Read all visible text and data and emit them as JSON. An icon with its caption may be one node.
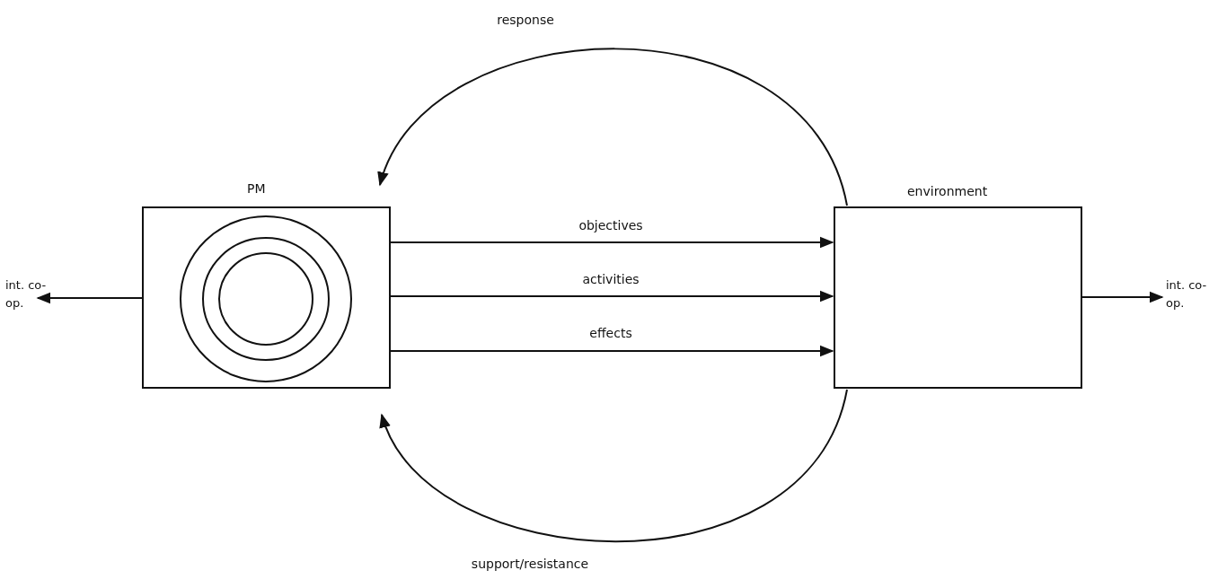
{
  "diagram": {
    "nodes": [
      {
        "text": [
          "PM"
        ]
      },
      {
        "text": [
          "environment"
        ]
      },
      {
        "text": [
          "int. co-op."
        ]
      },
      {
        "text": [
          "int. co-op."
        ]
      }
    ],
    "edges": [
      {
        "from": 0,
        "to": 1,
        "arrow": "to",
        "label": "objectives"
      },
      {
        "from": 0,
        "to": 1,
        "arrow": "to",
        "label": "activities"
      },
      {
        "from": 0,
        "to": 1,
        "arrow": "to",
        "label": "effects"
      },
      {
        "from": 1,
        "to": 0,
        "arrow": "to",
        "label": "response"
      },
      {
        "from": 1,
        "to": 0,
        "arrow": "to",
        "label": "support/resistance"
      },
      {
        "from": 0,
        "to": 2,
        "arrow": "to"
      },
      {
        "from": 1,
        "to": 3,
        "arrow": "to"
      }
    ]
  }
}
